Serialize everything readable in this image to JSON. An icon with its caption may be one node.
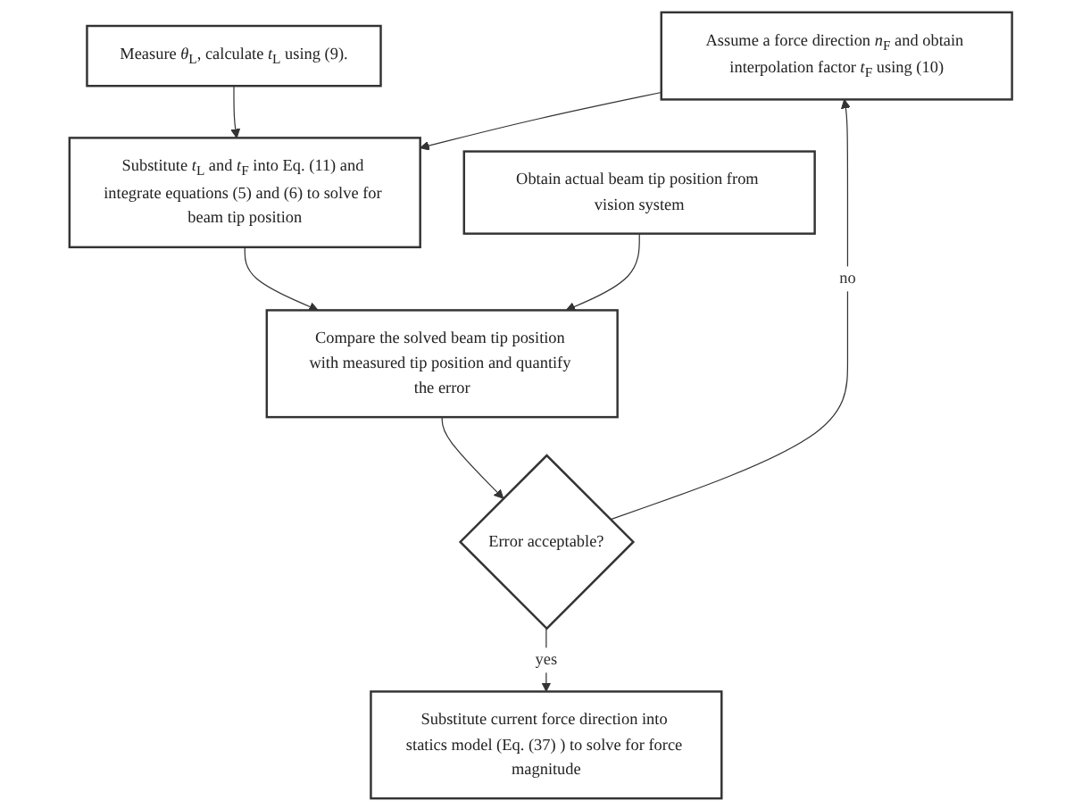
{
  "diagram": {
    "nodes": [
      {
        "text": [
          "Measure *θ*$_{L}$, calculate *t*$_{L}$ using (9)."
        ]
      },
      {
        "text": [
          "Assume a force direction *n*$_{F}$ and obtain interpolation factor *t*$_{F}$ using (10)"
        ]
      },
      {
        "text": [
          "Substitute *t*$_{L}$ and *t*$_{F}$ into Eq. (11) and integrate equations (5) and (6) to solve for beam tip position"
        ]
      },
      {
        "text": [
          "Compare the solved beam tip position with measured tip position and quantify the error"
        ]
      },
      {
        "text": [
          "Obtain actual beam tip position from vision system"
        ]
      },
      {
        "text": [
          "Error acceptable?"
        ]
      },
      {
        "text": [
          "Substitute current force direction into statics model (Eq. (37) ) to solve for force magnitude"
        ]
      }
    ],
    "edges": [
      {
        "from": 0,
        "to": 2,
        "arrow": "to"
      },
      {
        "from": 1,
        "to": 2,
        "arrow": "to"
      },
      {
        "from": 2,
        "to": 3,
        "arrow": "to"
      },
      {
        "from": 4,
        "to": 3,
        "arrow": "to"
      },
      {
        "from": 3,
        "to": 5,
        "arrow": "to"
      },
      {
        "from": 5,
        "to": 1,
        "arrow": "to",
        "label": "no"
      },
      {
        "from": 5,
        "to": 6,
        "arrow": "to",
        "label": "yes"
      }
    ]
  }
}
